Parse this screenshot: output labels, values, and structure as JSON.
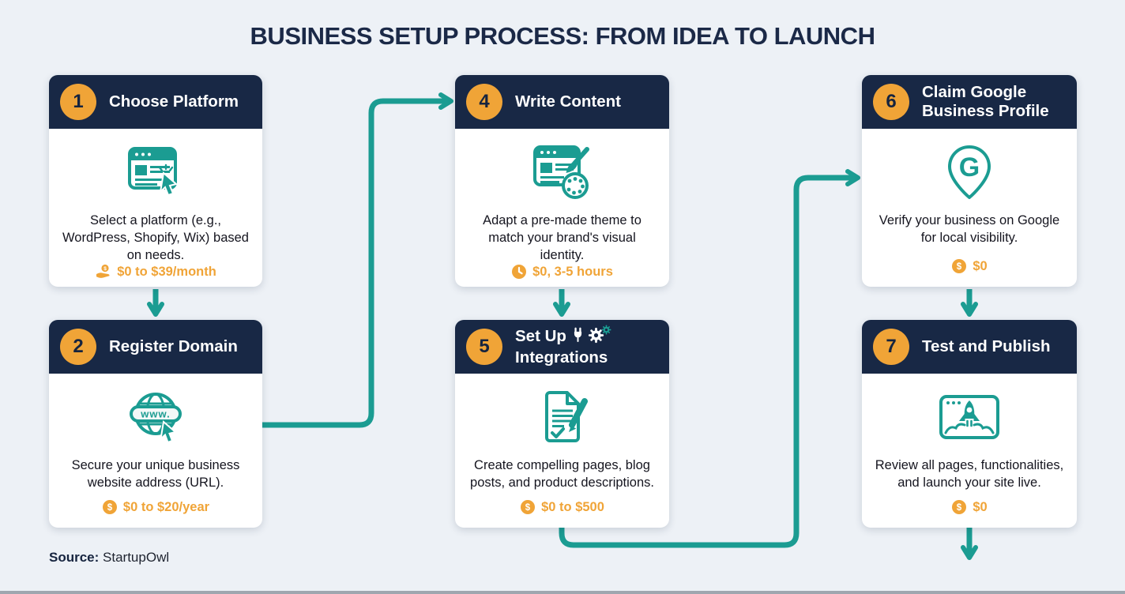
{
  "title": "BUSINESS SETUP PROCESS: FROM IDEA TO LAUNCH",
  "source": {
    "label": "Source:",
    "value": "StartupOwl"
  },
  "colors": {
    "navy": "#182845",
    "teal": "#1b9c92",
    "orange": "#f0a437",
    "background": "#edf1f6",
    "card": "#ffffff"
  },
  "icon_text": {
    "globe_banner": "www.",
    "pin_letter": "G",
    "dollar_sign": "$"
  },
  "cards": [
    {
      "number": "1",
      "title": "Choose Platform",
      "icon": "browser-cursor-icon",
      "description": "Select a platform (e.g., WordPress, Shopify, Wix) based on needs.",
      "cost_icon": "hand-coin-icon",
      "cost": "$0 to $39/month"
    },
    {
      "number": "2",
      "title": "Register Domain",
      "icon": "globe-www-icon",
      "description": "Secure your unique business website address (URL).",
      "cost_icon": "dollar-coin-icon",
      "cost": "$0 to $20/year"
    },
    {
      "number": "4",
      "title": "Write Content",
      "icon": "browser-paint-palette-icon",
      "description": "Adapt a pre-made theme to match your brand's visual identity.",
      "cost_icon": "clock-icon",
      "cost": "$0, 3-5 hours"
    },
    {
      "number": "5",
      "title_prefix": "Set Up",
      "title_suffix": "Integrations",
      "header_icons": [
        "plug-icon",
        "gear-icon"
      ],
      "icon": "document-pencil-check-icon",
      "description": "Create compelling pages, blog posts, and product descriptions.",
      "cost_icon": "dollar-coin-icon",
      "cost": "$0 to $500"
    },
    {
      "number": "6",
      "title": "Claim Google Business Profile",
      "icon": "google-map-pin-icon",
      "description": "Verify your business on Google for local visibility.",
      "cost_icon": "dollar-coin-icon",
      "cost": "$0"
    },
    {
      "number": "7",
      "title": "Test and Publish",
      "icon": "rocket-launch-browser-icon",
      "description": "Review all pages, functionalities, and launch your site live.",
      "cost_icon": "dollar-coin-icon",
      "cost": "$0"
    }
  ]
}
